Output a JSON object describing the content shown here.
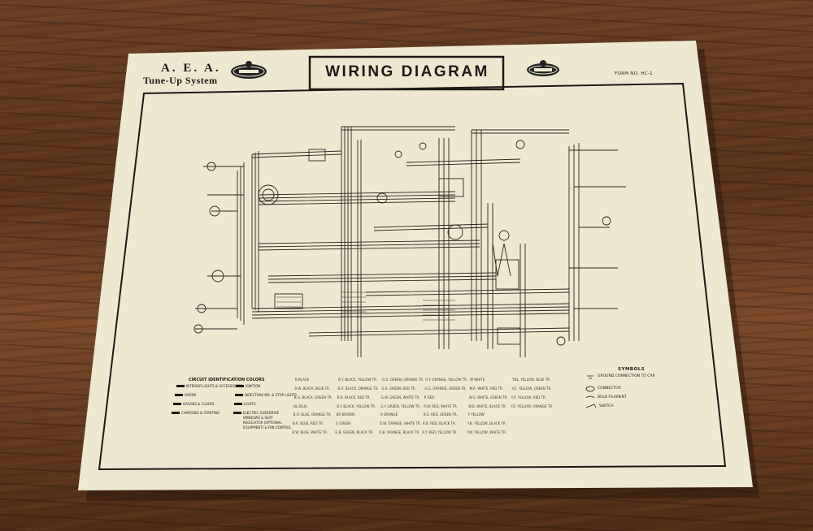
{
  "header": {
    "brand_title": "A. E. A.",
    "brand_subtitle": "Tune-Up System",
    "title": "WIRING DIAGRAM",
    "form_number": "FORM NO. HC-1"
  },
  "symbols": {
    "title": "SYMBOLS",
    "items": [
      "GROUND CONNECTION TO CAR",
      "CONNECTOR",
      "BULB FILAMENT",
      "SWITCH"
    ]
  },
  "circuit_identification": {
    "title": "CIRCUIT IDENTIFICATION COLORS",
    "items": [
      "INTERIOR LIGHTS & ACCESSORIES",
      "HORNS",
      "GAUGES & CLOCKS",
      "CHARGING & STARTING",
      "IGNITION",
      "DIRECTION IND. & STOP LIGHTS",
      "LIGHTS",
      "ELECTRIC OVERDRIVE WINDOWS & SEAT REGULATOR (OPTIONAL EQUIPMENT) & FAN CONTROL"
    ]
  },
  "color_codes": [
    "B BLACK",
    "B.W. BLACK, BLUE TR.",
    "B.G. BLACK, GREEN TR.",
    "BL BLUE",
    "B.O. BLUE, ORANGE TR.",
    "B.R. BLUE, RED TR.",
    "B.W. BLUE, WHITE TR.",
    "B.Y. BLACK, YELLOW TR.",
    "B.O. BLACK, ORANGE TR.",
    "B.R. BLACK, RED TR.",
    "B.Y. BLACK, YELLOW TR.",
    "BR BROWN",
    "G GREEN",
    "G.B. GREEN, BLACK TR.",
    "G.O. GREEN, ORANGE TR.",
    "G.R. GREEN, RED TR.",
    "G.W. GREEN, WHITE TR.",
    "G.Y. GREEN, YELLOW TR.",
    "O ORANGE",
    "O.W. ORANGE, WHITE TR.",
    "O.B. ORANGE, BLACK TR.",
    "O.Y. ORANGE, YELLOW TR.",
    "O.G. ORANGE, GREEN TR.",
    "R RED",
    "R.W. RED, WHITE TR.",
    "R.G. RED, GREEN TR.",
    "R.B. RED, BLACK TR.",
    "R.Y. RED, YELLOW TR.",
    "W WHITE",
    "W.R. WHITE, RED TR.",
    "W.G. WHITE, GREEN TR.",
    "W.B. WHITE, BLACK TR.",
    "Y YELLOW",
    "Y.B. YELLOW, BLACK TR.",
    "Y.W. YELLOW, WHITE TR.",
    "Y.BL. YELLOW, BLUE TR.",
    "Y.G. YELLOW, GREEN TR.",
    "Y.R. YELLOW, RED TR.",
    "Y.O. YELLOW, ORANGE TR."
  ],
  "colors": {
    "paper": "#f0ead3",
    "ink": "#1c1a16",
    "wood": "#5e3820"
  }
}
